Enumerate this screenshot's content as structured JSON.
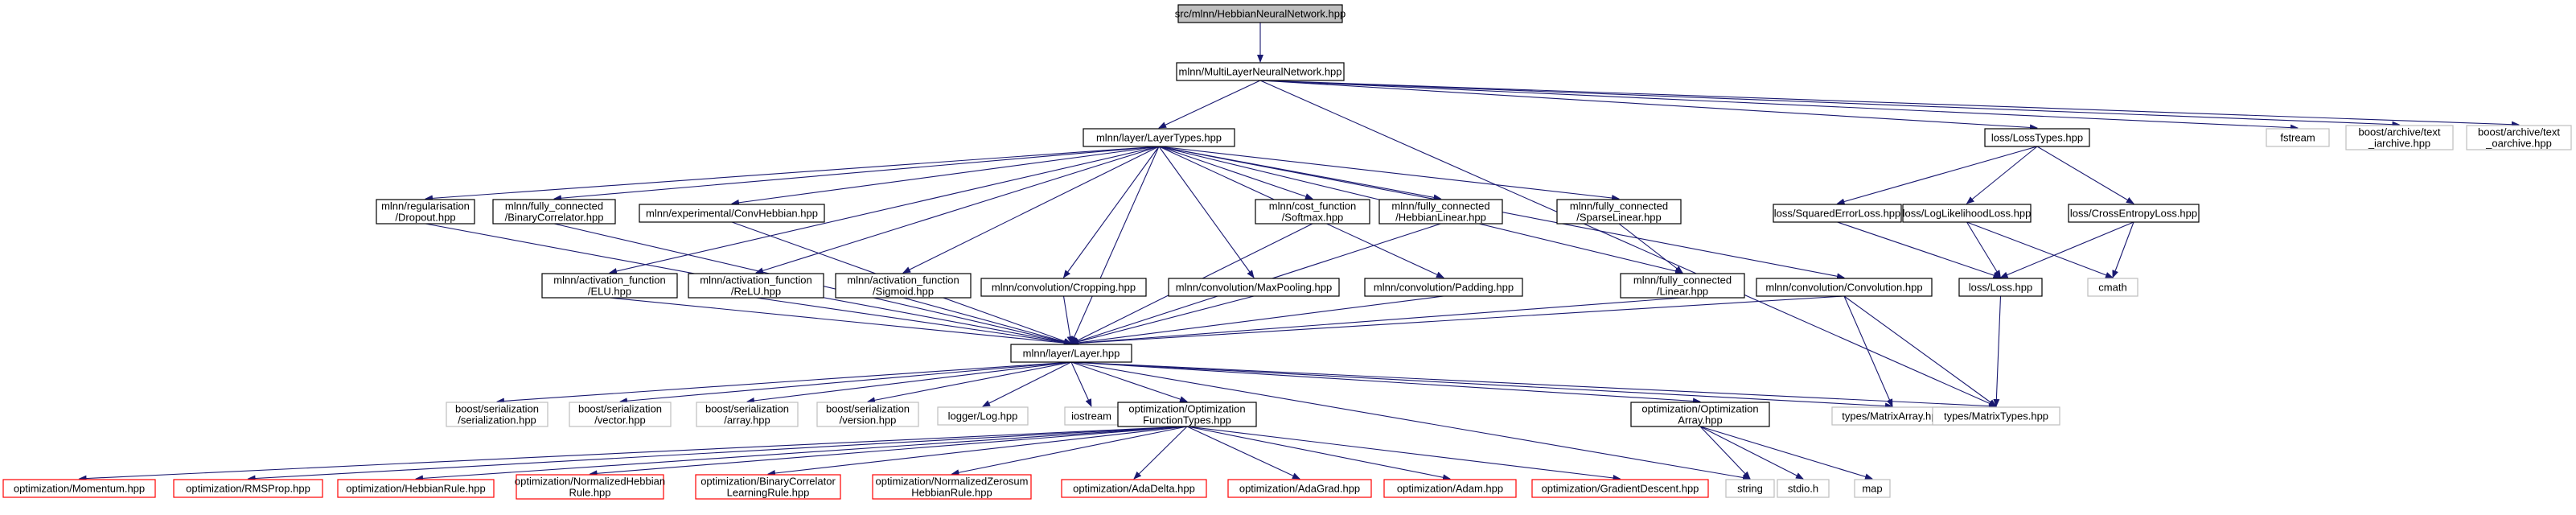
{
  "colors": {
    "edge": "#191970",
    "root_fill": "#bfbfbf",
    "root_border": "#000000",
    "normal_border": "#000000",
    "external_border": "#bfbfbf",
    "truncated_border": "#ff0000",
    "node_fill": "#ffffff"
  },
  "nodes": [
    {
      "id": "root",
      "kind": "root",
      "lines": [
        "src/mlnn/HebbianNeuralNetwork.hpp"
      ]
    },
    {
      "id": "mlnn",
      "kind": "normal",
      "lines": [
        "mlnn/MultiLayerNeuralNetwork.hpp"
      ]
    },
    {
      "id": "layertypes",
      "kind": "normal",
      "lines": [
        "mlnn/layer/LayerTypes.hpp"
      ]
    },
    {
      "id": "losstypes",
      "kind": "normal",
      "lines": [
        "loss/LossTypes.hpp"
      ]
    },
    {
      "id": "fstream",
      "kind": "external",
      "lines": [
        "fstream"
      ]
    },
    {
      "id": "textiarchive",
      "kind": "external",
      "lines": [
        "boost/archive/text",
        "_iarchive.hpp"
      ]
    },
    {
      "id": "textoarchive",
      "kind": "external",
      "lines": [
        "boost/archive/text",
        "_oarchive.hpp"
      ]
    },
    {
      "id": "dropout",
      "kind": "normal",
      "lines": [
        "mlnn/regularisation",
        "/Dropout.hpp"
      ]
    },
    {
      "id": "binarycorr",
      "kind": "normal",
      "lines": [
        "mlnn/fully_connected",
        "/BinaryCorrelator.hpp"
      ]
    },
    {
      "id": "convhebb",
      "kind": "normal",
      "lines": [
        "mlnn/experimental/ConvHebbian.hpp"
      ]
    },
    {
      "id": "softmax",
      "kind": "normal",
      "lines": [
        "mlnn/cost_function",
        "/Softmax.hpp"
      ]
    },
    {
      "id": "hebblinear",
      "kind": "normal",
      "lines": [
        "mlnn/fully_connected",
        "/HebbianLinear.hpp"
      ]
    },
    {
      "id": "sparselinear",
      "kind": "normal",
      "lines": [
        "mlnn/fully_connected",
        "/SparseLinear.hpp"
      ]
    },
    {
      "id": "squarederror",
      "kind": "normal",
      "lines": [
        "loss/SquaredErrorLoss.hpp"
      ]
    },
    {
      "id": "loglik",
      "kind": "normal",
      "lines": [
        "loss/LogLikelihoodLoss.hpp"
      ]
    },
    {
      "id": "crossentropy",
      "kind": "normal",
      "lines": [
        "loss/CrossEntropyLoss.hpp"
      ]
    },
    {
      "id": "elu",
      "kind": "normal",
      "lines": [
        "mlnn/activation_function",
        "/ELU.hpp"
      ]
    },
    {
      "id": "relu",
      "kind": "normal",
      "lines": [
        "mlnn/activation_function",
        "/ReLU.hpp"
      ]
    },
    {
      "id": "sigmoid",
      "kind": "normal",
      "lines": [
        "mlnn/activation_function",
        "/Sigmoid.hpp"
      ]
    },
    {
      "id": "cropping",
      "kind": "normal",
      "lines": [
        "mlnn/convolution/Cropping.hpp"
      ]
    },
    {
      "id": "maxpooling",
      "kind": "normal",
      "lines": [
        "mlnn/convolution/MaxPooling.hpp"
      ]
    },
    {
      "id": "padding",
      "kind": "normal",
      "lines": [
        "mlnn/convolution/Padding.hpp"
      ]
    },
    {
      "id": "linear",
      "kind": "normal",
      "lines": [
        "mlnn/fully_connected",
        "/Linear.hpp"
      ]
    },
    {
      "id": "convolution",
      "kind": "normal",
      "lines": [
        "mlnn/convolution/Convolution.hpp"
      ]
    },
    {
      "id": "loss",
      "kind": "normal",
      "lines": [
        "loss/Loss.hpp"
      ]
    },
    {
      "id": "cmath",
      "kind": "external",
      "lines": [
        "cmath"
      ]
    },
    {
      "id": "layer",
      "kind": "normal",
      "lines": [
        "mlnn/layer/Layer.hpp"
      ]
    },
    {
      "id": "serialization",
      "kind": "external",
      "lines": [
        "boost/serialization",
        "/serialization.hpp"
      ]
    },
    {
      "id": "vector",
      "kind": "external",
      "lines": [
        "boost/serialization",
        "/vector.hpp"
      ]
    },
    {
      "id": "array",
      "kind": "external",
      "lines": [
        "boost/serialization",
        "/array.hpp"
      ]
    },
    {
      "id": "version",
      "kind": "external",
      "lines": [
        "boost/serialization",
        "/version.hpp"
      ]
    },
    {
      "id": "log",
      "kind": "external",
      "lines": [
        "logger/Log.hpp"
      ]
    },
    {
      "id": "iostream",
      "kind": "external",
      "lines": [
        "iostream"
      ]
    },
    {
      "id": "optfunctypes",
      "kind": "normal",
      "lines": [
        "optimization/Optimization",
        "FunctionTypes.hpp"
      ]
    },
    {
      "id": "optarray",
      "kind": "normal",
      "lines": [
        "optimization/Optimization",
        "Array.hpp"
      ]
    },
    {
      "id": "matrixarray",
      "kind": "external",
      "lines": [
        "types/MatrixArray.hpp"
      ]
    },
    {
      "id": "matrixtypes",
      "kind": "external",
      "lines": [
        "types/MatrixTypes.hpp"
      ]
    },
    {
      "id": "momentum",
      "kind": "truncated",
      "lines": [
        "optimization/Momentum.hpp"
      ]
    },
    {
      "id": "rmsprop",
      "kind": "truncated",
      "lines": [
        "optimization/RMSProp.hpp"
      ]
    },
    {
      "id": "hebbrule",
      "kind": "truncated",
      "lines": [
        "optimization/HebbianRule.hpp"
      ]
    },
    {
      "id": "normhebb",
      "kind": "truncated",
      "lines": [
        "optimization/NormalizedHebbian",
        "Rule.hpp"
      ]
    },
    {
      "id": "bincorrlearn",
      "kind": "truncated",
      "lines": [
        "optimization/BinaryCorrelator",
        "LearningRule.hpp"
      ]
    },
    {
      "id": "normzerosum",
      "kind": "truncated",
      "lines": [
        "optimization/NormalizedZerosum",
        "HebbianRule.hpp"
      ]
    },
    {
      "id": "adadelta",
      "kind": "truncated",
      "lines": [
        "optimization/AdaDelta.hpp"
      ]
    },
    {
      "id": "adagrad",
      "kind": "truncated",
      "lines": [
        "optimization/AdaGrad.hpp"
      ]
    },
    {
      "id": "adam",
      "kind": "truncated",
      "lines": [
        "optimization/Adam.hpp"
      ]
    },
    {
      "id": "graddesc",
      "kind": "truncated",
      "lines": [
        "optimization/GradientDescent.hpp"
      ]
    },
    {
      "id": "string",
      "kind": "external",
      "lines": [
        "string"
      ]
    },
    {
      "id": "stdio",
      "kind": "external",
      "lines": [
        "stdio.h"
      ]
    },
    {
      "id": "map",
      "kind": "external",
      "lines": [
        "map"
      ]
    }
  ],
  "edges": [
    [
      "root",
      "mlnn"
    ],
    [
      "mlnn",
      "layertypes"
    ],
    [
      "mlnn",
      "losstypes"
    ],
    [
      "mlnn",
      "fstream"
    ],
    [
      "mlnn",
      "textiarchive"
    ],
    [
      "mlnn",
      "textoarchive"
    ],
    [
      "mlnn",
      "matrixtypes"
    ],
    [
      "layertypes",
      "dropout"
    ],
    [
      "layertypes",
      "binarycorr"
    ],
    [
      "layertypes",
      "convhebb"
    ],
    [
      "layertypes",
      "softmax"
    ],
    [
      "layertypes",
      "hebblinear"
    ],
    [
      "layertypes",
      "sparselinear"
    ],
    [
      "layertypes",
      "elu"
    ],
    [
      "layertypes",
      "relu"
    ],
    [
      "layertypes",
      "sigmoid"
    ],
    [
      "layertypes",
      "cropping"
    ],
    [
      "layertypes",
      "maxpooling"
    ],
    [
      "layertypes",
      "padding"
    ],
    [
      "layertypes",
      "linear"
    ],
    [
      "layertypes",
      "convolution"
    ],
    [
      "layertypes",
      "layer"
    ],
    [
      "losstypes",
      "squarederror"
    ],
    [
      "losstypes",
      "loglik"
    ],
    [
      "losstypes",
      "crossentropy"
    ],
    [
      "squarederror",
      "loss"
    ],
    [
      "loglik",
      "loss"
    ],
    [
      "loglik",
      "cmath"
    ],
    [
      "crossentropy",
      "loss"
    ],
    [
      "crossentropy",
      "cmath"
    ],
    [
      "loss",
      "matrixtypes"
    ],
    [
      "dropout",
      "layer"
    ],
    [
      "binarycorr",
      "layer"
    ],
    [
      "convhebb",
      "layer"
    ],
    [
      "softmax",
      "layer"
    ],
    [
      "hebblinear",
      "layer"
    ],
    [
      "sparselinear",
      "linear"
    ],
    [
      "elu",
      "layer"
    ],
    [
      "relu",
      "layer"
    ],
    [
      "sigmoid",
      "layer"
    ],
    [
      "cropping",
      "layer"
    ],
    [
      "maxpooling",
      "layer"
    ],
    [
      "padding",
      "layer"
    ],
    [
      "linear",
      "layer"
    ],
    [
      "convolution",
      "layer"
    ],
    [
      "convolution",
      "matrixarray"
    ],
    [
      "convolution",
      "matrixtypes"
    ],
    [
      "layer",
      "serialization"
    ],
    [
      "layer",
      "vector"
    ],
    [
      "layer",
      "array"
    ],
    [
      "layer",
      "version"
    ],
    [
      "layer",
      "log"
    ],
    [
      "layer",
      "iostream"
    ],
    [
      "layer",
      "optfunctypes"
    ],
    [
      "layer",
      "optarray"
    ],
    [
      "layer",
      "matrixarray"
    ],
    [
      "layer",
      "matrixtypes"
    ],
    [
      "layer",
      "string"
    ],
    [
      "optfunctypes",
      "momentum"
    ],
    [
      "optfunctypes",
      "rmsprop"
    ],
    [
      "optfunctypes",
      "hebbrule"
    ],
    [
      "optfunctypes",
      "normhebb"
    ],
    [
      "optfunctypes",
      "bincorrlearn"
    ],
    [
      "optfunctypes",
      "normzerosum"
    ],
    [
      "optfunctypes",
      "adadelta"
    ],
    [
      "optfunctypes",
      "adagrad"
    ],
    [
      "optfunctypes",
      "adam"
    ],
    [
      "optfunctypes",
      "graddesc"
    ],
    [
      "optarray",
      "string"
    ],
    [
      "optarray",
      "stdio"
    ],
    [
      "optarray",
      "map"
    ]
  ]
}
